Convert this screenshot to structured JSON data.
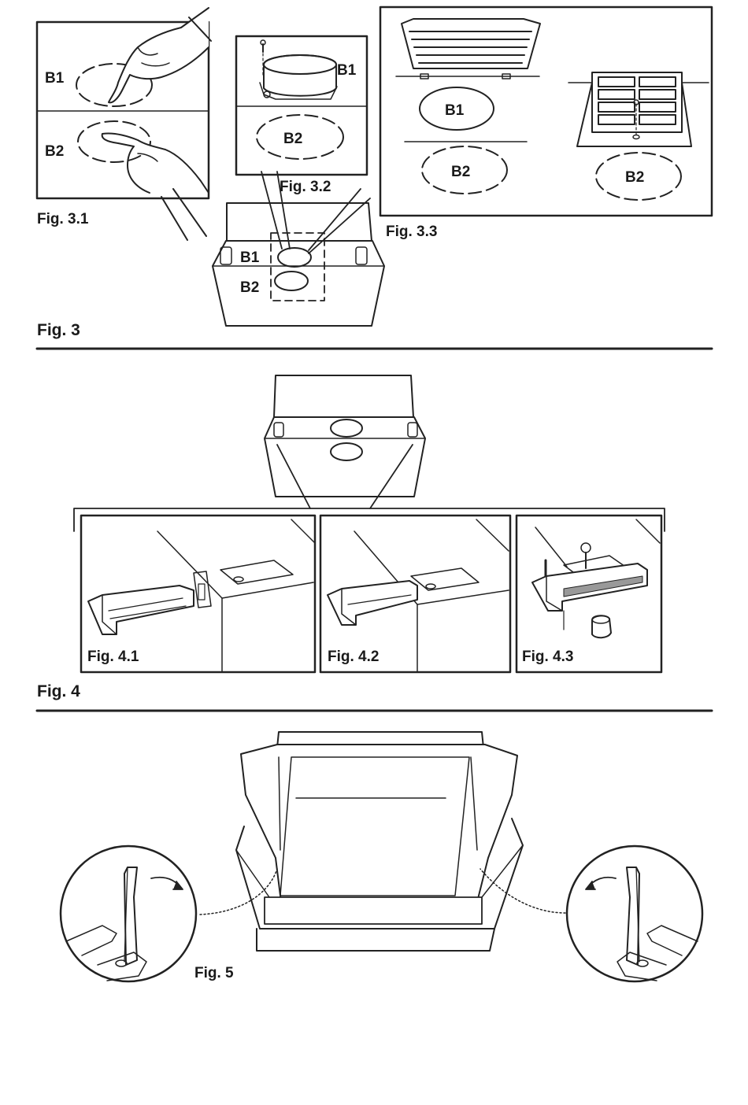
{
  "figure_3": {
    "caption": "Fig. 3",
    "fig_3_1": {
      "caption": "Fig. 3.1",
      "zone_top": "B1",
      "zone_bottom": "B2"
    },
    "fig_3_2": {
      "caption": "Fig. 3.2",
      "zone_top": "B1",
      "zone_bottom": "B2"
    },
    "fig_3_3": {
      "caption": "Fig. 3.3",
      "zone_left_top": "B1",
      "zone_left_bottom": "B2",
      "zone_right_bottom": "B2"
    },
    "hood_zone_top": "B1",
    "hood_zone_bottom": "B2"
  },
  "figure_4": {
    "caption": "Fig. 4",
    "fig_4_1": {
      "caption": "Fig. 4.1"
    },
    "fig_4_2": {
      "caption": "Fig. 4.2"
    },
    "fig_4_3": {
      "caption": "Fig. 4.3"
    }
  },
  "figure_5": {
    "caption": "Fig. 5"
  }
}
